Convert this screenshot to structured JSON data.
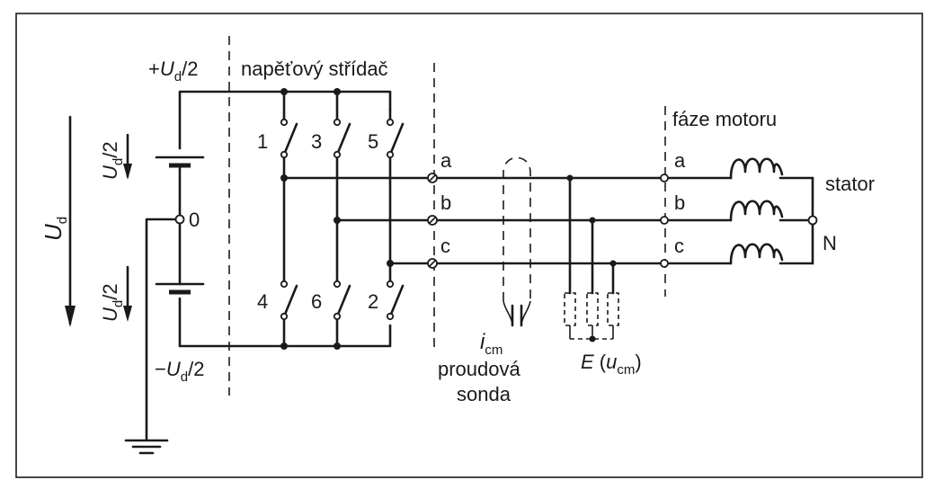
{
  "labels": {
    "top_voltage_prefix": "+",
    "top_voltage_U": "U",
    "top_voltage_sub": "d",
    "top_voltage_suffix": "/2",
    "inverter": "napěťový střídač",
    "bottom_voltage_prefix": "−",
    "bottom_voltage_U": "U",
    "bottom_voltage_sub": "d",
    "bottom_voltage_suffix": "/2",
    "midpoint": "0",
    "half_U": "U",
    "half_sub": "d",
    "half_suffix": "/2",
    "total_U": "U",
    "total_sub": "d",
    "motor_phases": "fáze motoru",
    "stator": "stator",
    "neutral": "N",
    "probe_i": "i",
    "probe_sub": "cm",
    "probe_line1": "proudová",
    "probe_line2": "sonda",
    "e_label_E": "E",
    "e_label_open": " (",
    "e_label_u": "u",
    "e_label_sub": "cm",
    "e_label_close": ")"
  },
  "switches": {
    "s1": "1",
    "s3": "3",
    "s5": "5",
    "s4": "4",
    "s6": "6",
    "s2": "2"
  },
  "phases_inverter": {
    "a": "a",
    "b": "b",
    "c": "c"
  },
  "phases_motor": {
    "a": "a",
    "b": "b",
    "c": "c"
  }
}
